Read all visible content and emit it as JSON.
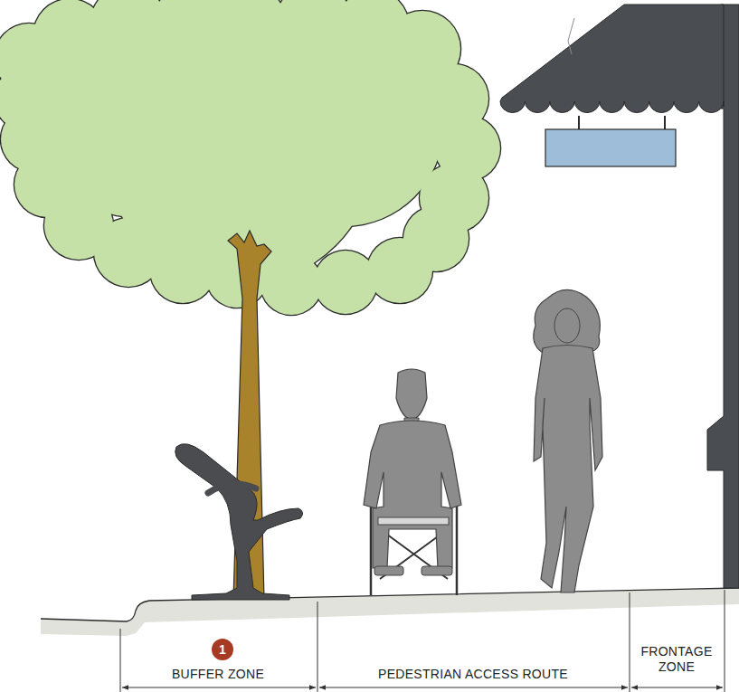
{
  "diagram": {
    "nodes": [
      {
        "text": [
          "1"
        ]
      }
    ],
    "labels": [
      "BUFFER ZONE",
      "PEDESTRIAN ACCESS ROUTE",
      "FRONTAGE ZONE"
    ]
  }
}
